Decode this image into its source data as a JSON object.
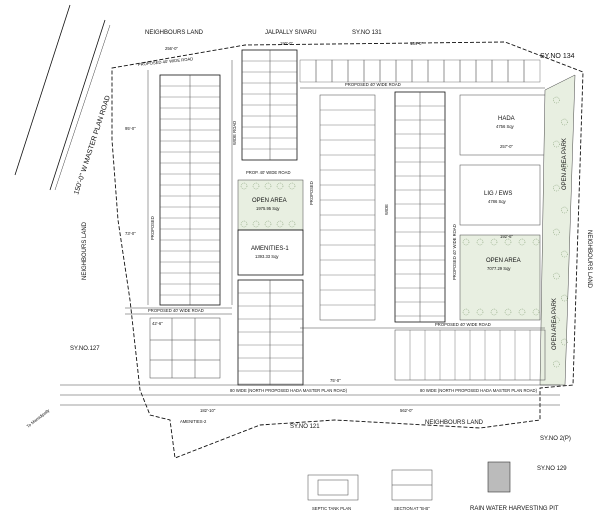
{
  "labels": {
    "neighbours_land_top": "NEIGHBOURS LAND",
    "jalpally_sivaru": "JALPALLY SIVARU",
    "sy_no_131": "SY.NO 131",
    "sy_no_134": "SY.NO 134",
    "master_plan_road": "150'-0\" W MASTER PLAN ROAD",
    "neighbours_land_left": "NEIGHBOURS LAND",
    "sy_no_127": "SY.NO.127",
    "sy_no_121": "SY.NO 121",
    "neighbours_land_bottom": "NEIGHBOURS LAND",
    "sy_no_2p": "SY.NO 2(P)",
    "sy_no_129": "SY.NO 129",
    "neighbours_land_right": "NEIGHBOURS LAND",
    "to_mamidipally": "To Mamidipally"
  },
  "areas": {
    "open_area_1_title": "OPEN AREA",
    "open_area_1_size": "1975.95 Sqy",
    "amenities_1_title": "AMENITIES-1",
    "amenities_1_size": "1393.33 Sqy",
    "hada_title": "HADA",
    "hada_size": "4756 Sqy",
    "lig_title": "LIG / EWS",
    "lig_size": "4786 Sqy",
    "open_area_2_title": "OPEN AREA",
    "open_area_2_size": "7077.29 Sqy",
    "open_area_park_1": "OPEN AREA PARK",
    "open_area_park_2": "OPEN AREA PARK",
    "amenities_2": "AMENITIES-2"
  },
  "roads": {
    "prop_40_top": "PROPOSED 40' WIDE ROAD",
    "prop_40_mid": "PROPOSED 40' WIDE ROAD",
    "prop_40_right": "PROPOSED 40' WIDE ROAD",
    "prop_40_lower": "PROPOSED 40' WIDE ROAD",
    "prop_40_bottom_right": "PROPOSED 40' WIDE ROAD",
    "prop_40_small": "PROP. 40' WIDE ROAD",
    "master_plan_bottom_left": "80 WIDE (NORTH PROPOSED HADA MASTER PLAN ROAD)",
    "master_plan_bottom_right": "80 WIDE (NORTH PROPOSED HADA MASTER PLAN ROAD)",
    "wide_road_v1": "PROPOSED",
    "wide_road_v2": "PROPOSED",
    "wide_road_v3": "WIDE",
    "wide_road_v4": "WIDE ROAD"
  },
  "dimensions": {
    "dim_top_1": "256'-0\"",
    "dim_top_2": "190'-0\"",
    "dim_top_3": "134'-0\"",
    "dim_right_1": "257'-0\"",
    "dim_right_2": "192'-6\"",
    "dim_bottom_1": "562'-0\"",
    "dim_bottom_2": "182'-10\"",
    "dim_left_1": "95'-0\"",
    "dim_left_2": "73'-0\"",
    "dim_left_3": "42'-6\"",
    "dim_mid_1": "75'-0\""
  },
  "details": {
    "septic_tank_plan": "SEPTIC TANK PLAN",
    "section_bb": "SECTION AT \"B-B\"",
    "rain_water_pit": "RAIN WATER HARVESTING PIT"
  },
  "colors": {
    "ink": "#111111",
    "open_fill": "#e8efe1",
    "tree_stroke": "#6a8a5a"
  }
}
